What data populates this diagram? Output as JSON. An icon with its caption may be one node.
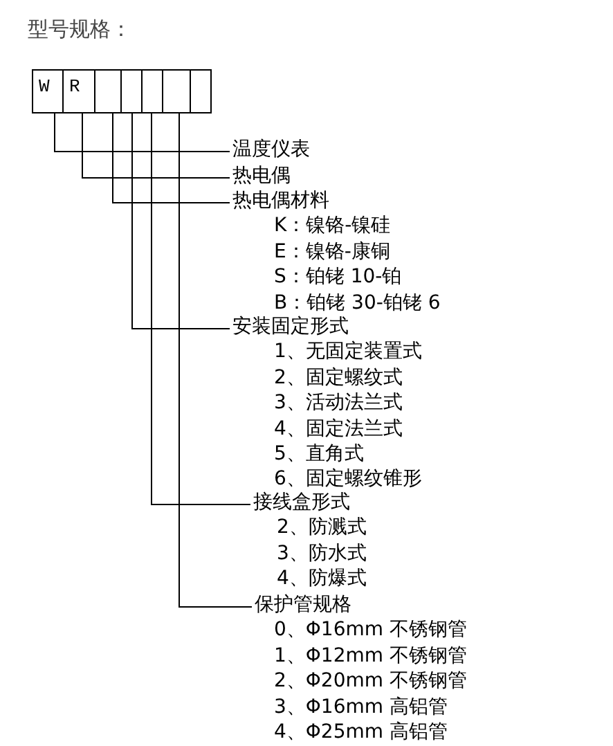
{
  "diagram": {
    "title": "型号规格：",
    "nodes": [
      {
        "text": [
          "W"
        ]
      },
      {
        "text": [
          "R"
        ]
      },
      {
        "text": [],
        "shape": "box"
      },
      {
        "text": [],
        "shape": "box"
      },
      {
        "text": [],
        "shape": "box"
      },
      {
        "text": [],
        "shape": "box"
      },
      {
        "text": [],
        "shape": "box"
      },
      {
        "text": [
          "温度仪表"
        ]
      },
      {
        "text": [
          "热电偶"
        ]
      },
      {
        "text": [
          "热电偶材料"
        ],
        "beside": [
          "K：镍铬-镍硅",
          "E：镍铬-康铜",
          "S：铂铑 10-铂",
          "B：铂铑 30-铂铑 6"
        ]
      },
      {
        "text": [
          "安装固定形式"
        ],
        "beside": [
          "1、无固定装置式",
          "2、固定螺纹式",
          "3、活动法兰式",
          "4、固定法兰式",
          "5、直角式",
          "6、固定螺纹锥形"
        ]
      },
      {
        "text": [
          "接线盒形式"
        ],
        "beside": [
          "2、防溅式",
          "3、防水式",
          "4、防爆式"
        ]
      },
      {
        "text": [
          "保护管规格"
        ],
        "beside": [
          "0、Φ16mm 不锈钢管",
          "1、Φ12mm 不锈钢管",
          "2、Φ20mm 不锈钢管",
          "3、Φ16mm 高铝管",
          "4、Φ25mm 高铝管"
        ]
      }
    ],
    "edges": [
      {
        "from": 0,
        "to": 7,
        "arrow": "none"
      },
      {
        "from": 1,
        "to": 8,
        "arrow": "none"
      },
      {
        "from": 2,
        "to": 9,
        "arrow": "none"
      },
      {
        "from": 3,
        "to": 10,
        "arrow": "none"
      },
      {
        "from": 4,
        "to": 11,
        "arrow": "none"
      },
      {
        "from": 5,
        "to": 12,
        "arrow": "none"
      }
    ]
  }
}
